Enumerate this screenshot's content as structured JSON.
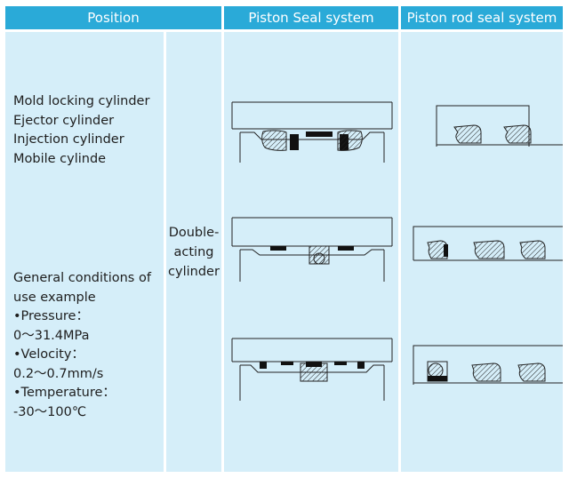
{
  "headers": {
    "position": "Position",
    "piston": "Piston Seal system",
    "rod": "Piston rod seal system"
  },
  "applications": {
    "lines": [
      "Mold locking cylinder",
      "Ejector cylinder",
      "Injection cylinder",
      "Mobile cylinde"
    ]
  },
  "conditions": {
    "lines": [
      "General conditions of",
      "use example",
      "•Pressure：",
      "0～31.4MPa",
      "•Velocity：",
      "0.2～0.7mm/s",
      "•Temperature：",
      "-30～100℃"
    ]
  },
  "type": {
    "lines": [
      "Double-",
      "acting",
      "cylinder"
    ]
  },
  "diagrams": [
    "piston-seal-diagram-1",
    "piston-seal-diagram-2",
    "piston-seal-diagram-3",
    "rod-seal-diagram-1",
    "rod-seal-diagram-2",
    "rod-seal-diagram-3"
  ]
}
